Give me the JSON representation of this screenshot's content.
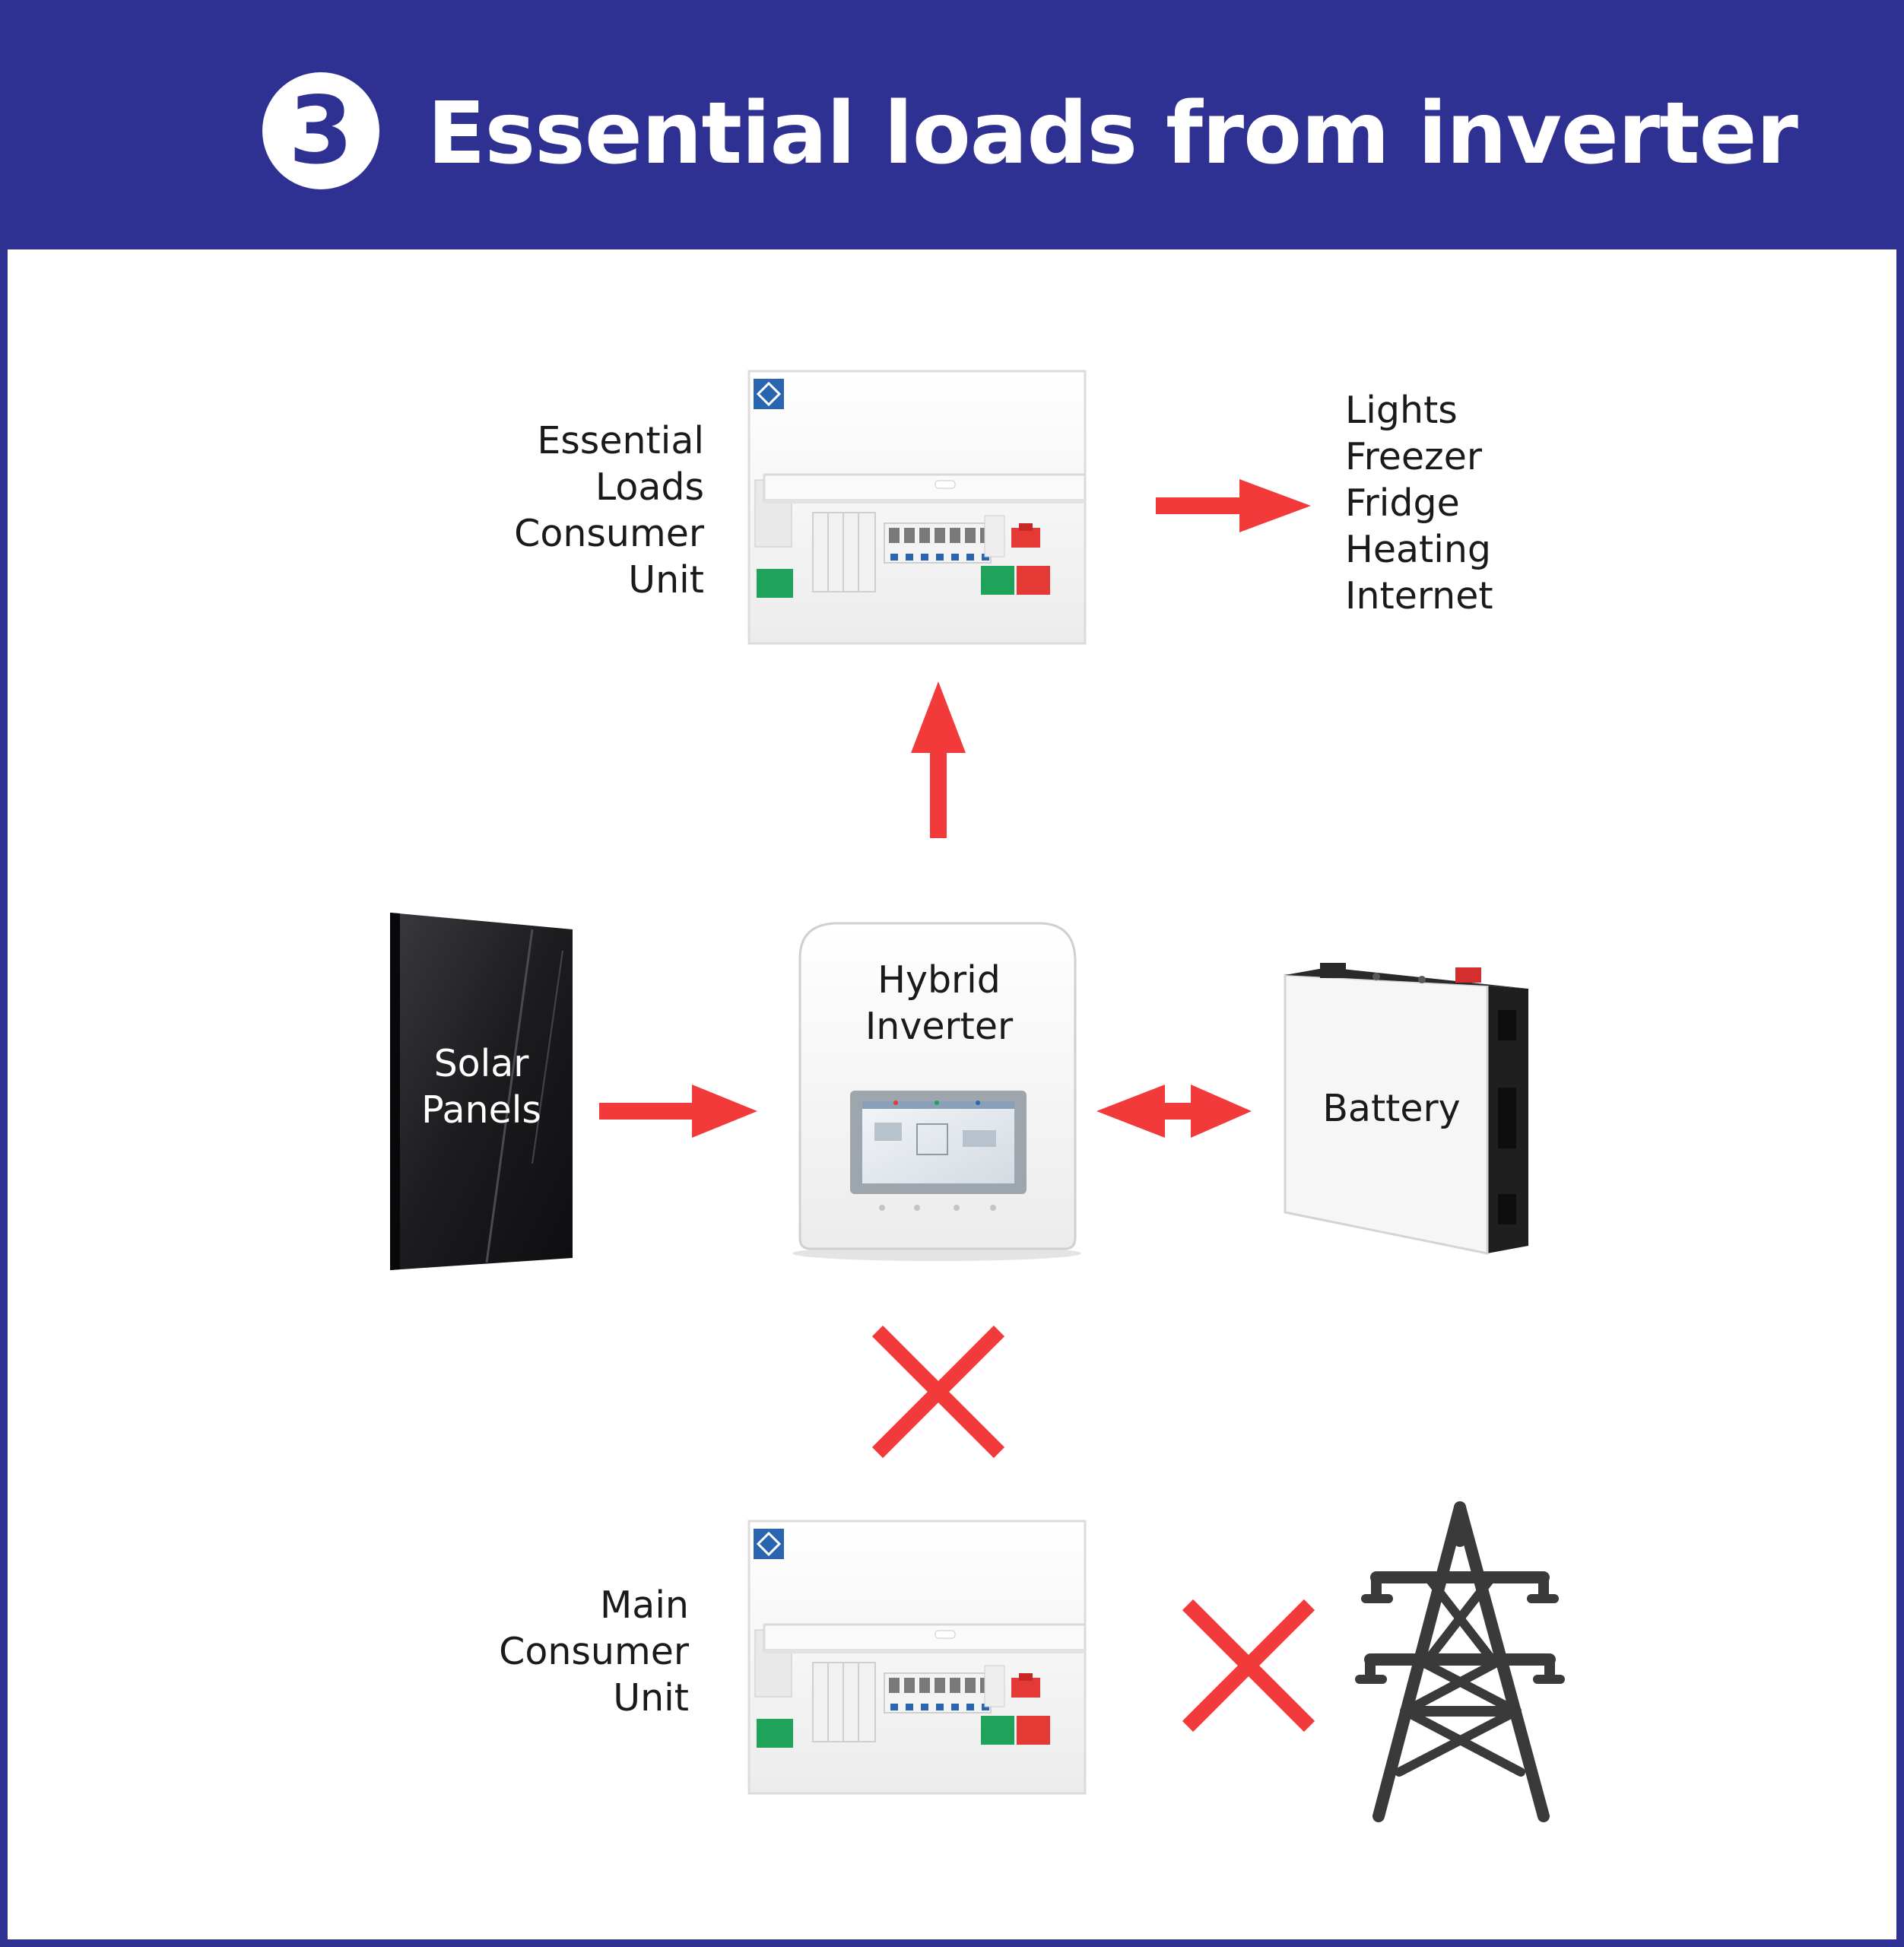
{
  "header": {
    "step_number": "3",
    "title": "Essential loads from inverter"
  },
  "nodes": {
    "essential_cu": {
      "lines": [
        "Essential",
        "Loads",
        "Consumer",
        "Unit"
      ]
    },
    "loads": {
      "lines": [
        "Lights",
        "Freezer",
        "Fridge",
        "Heating",
        "Internet"
      ]
    },
    "solar": {
      "lines": [
        "Solar",
        "Panels"
      ]
    },
    "inverter": {
      "lines": [
        "Hybrid",
        "Inverter"
      ]
    },
    "battery": {
      "lines": [
        "Battery"
      ]
    },
    "main_cu": {
      "lines": [
        "Main",
        "Consumer",
        "Unit"
      ]
    }
  },
  "colors": {
    "header_bg": "#2e3192",
    "arrow": "#f23a3a",
    "pylon": "#3a3a3a",
    "panel": "#1f1f22",
    "rcd_green": "#1fa35b",
    "main_switch_red": "#e53935"
  },
  "icons": [
    "consumer-unit-icon",
    "solar-panel-icon",
    "inverter-icon",
    "battery-icon",
    "pylon-icon",
    "cross-icon"
  ]
}
